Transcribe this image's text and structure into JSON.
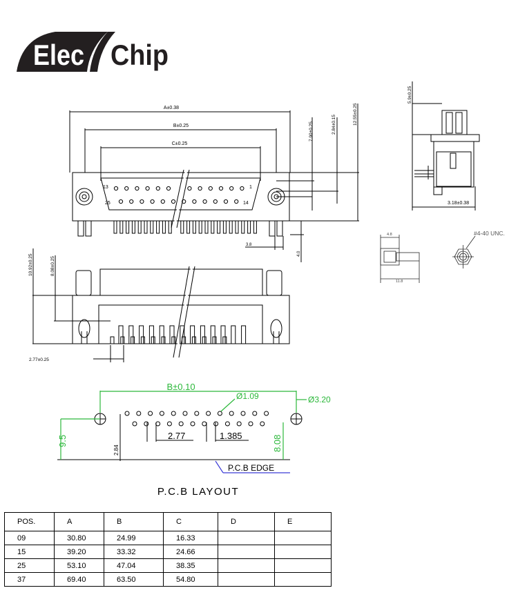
{
  "brand": {
    "word1": "Elec",
    "word2": "Chip"
  },
  "front_view": {
    "dim_a": "A±0.38",
    "dim_b": "B±0.25",
    "dim_c": "C±0.25",
    "dim_h1": "7.90±0.25",
    "dim_h2": "2.84±0.15",
    "dim_h3": "12.55±0.25",
    "dim_38": "3.8",
    "dim_40": "4.0",
    "pin_13": "13",
    "pin_1": "1",
    "pin_25": "25",
    "pin_14": "14"
  },
  "side_view": {
    "dim_top": "5.9±0.25",
    "dim_bottom": "3.18±0.38"
  },
  "screw_detail": {
    "dim_48": "4.8",
    "dim_118": "11.8",
    "thread": "#4-40 UNC."
  },
  "bottom_view": {
    "dim_a": "10.92±0.25",
    "dim_b": "8.08±0.25",
    "dim_c": "2.77±0.25"
  },
  "pcb": {
    "dim_b": "B±0.10",
    "hole_small": "Ø1.09",
    "hole_large": "Ø3.20",
    "pitch": "2.77",
    "offset": "1.385",
    "height_left": "9.5",
    "height_small": "2.84",
    "height_right": "8.08",
    "edge": "P.C.B EDGE",
    "title": "P.C.B  LAYOUT"
  },
  "table": {
    "headers": [
      "POS.",
      "A",
      "B",
      "C",
      "D",
      "E"
    ],
    "rows": [
      [
        "09",
        "30.80",
        "24.99",
        "16.33",
        "",
        ""
      ],
      [
        "15",
        "39.20",
        "33.32",
        "24.66",
        "",
        ""
      ],
      [
        "25",
        "53.10",
        "47.04",
        "38.35",
        "",
        ""
      ],
      [
        "37",
        "69.40",
        "63.50",
        "54.80",
        "",
        ""
      ]
    ]
  }
}
